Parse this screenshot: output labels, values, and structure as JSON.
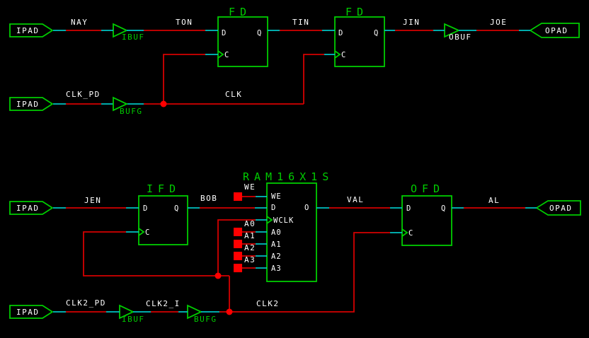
{
  "colors": {
    "background": "#000000",
    "component_green": "#00cc00",
    "wire_red": "#d40000",
    "pin_stub_cyan": "#00c2c2",
    "label_white": "#ffffff",
    "net_marker_red": "#ff0000"
  },
  "pads": {
    "ipad_label": "IPAD",
    "opad_label": "OPAD"
  },
  "buffers": {
    "ibuf_label": "IBUF",
    "obuf_label": "OBUF",
    "bufg_label": "BUFG"
  },
  "titles": {
    "fd": "FD",
    "ifd": "IFD",
    "ofd": "OFD",
    "ram": "RAM16X1S"
  },
  "pins": {
    "d": "D",
    "q": "Q",
    "c": "C",
    "o": "O",
    "we": "WE",
    "wclk": "WCLK",
    "a0": "A0",
    "a1": "A1",
    "a2": "A2",
    "a3": "A3"
  },
  "nets": {
    "nay": "NAY",
    "ton": "TON",
    "tin": "TIN",
    "jin": "JIN",
    "joe": "JOE",
    "clk_pd": "CLK_PD",
    "clk": "CLK",
    "jen": "JEN",
    "bob": "BOB",
    "val": "VAL",
    "al": "AL",
    "clk2_pd": "CLK2_PD",
    "clk2_i": "CLK2_I",
    "clk2": "CLK2",
    "we": "WE",
    "a0": "A0",
    "a1": "A1",
    "a2": "A2",
    "a3": "A3"
  }
}
